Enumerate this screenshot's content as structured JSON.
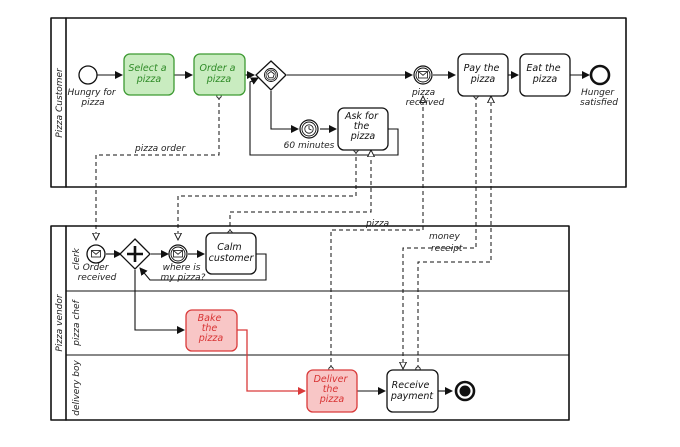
{
  "pools": {
    "customer": {
      "label": "Pizza Customer"
    },
    "vendor": {
      "label": "Pizza vendor",
      "lanes": [
        "clerk",
        "pizza chef",
        "delivery boy"
      ]
    }
  },
  "tasks": {
    "select_pizza": [
      "Select a",
      "pizza"
    ],
    "order_pizza": [
      "Order a",
      "pizza"
    ],
    "ask_pizza": [
      "Ask for",
      "the",
      "pizza"
    ],
    "pay_pizza": [
      "Pay the",
      "pizza"
    ],
    "eat_pizza": [
      "Eat the",
      "pizza"
    ],
    "calm_customer": [
      "Calm",
      "customer"
    ],
    "bake_pizza": [
      "Bake",
      "the",
      "pizza"
    ],
    "deliver_pizza": [
      "Deliver",
      "the",
      "pizza"
    ],
    "receive_payment": [
      "Receive",
      "payment"
    ]
  },
  "events": {
    "hungry": [
      "Hungry for",
      "pizza"
    ],
    "pizza_received": [
      "pizza",
      "received"
    ],
    "hunger_satisfied": [
      "Hunger",
      "satisfied"
    ],
    "sixty_minutes": [
      "60 minutes"
    ],
    "order_received": [
      "Order",
      "received"
    ],
    "where_is_pizza": [
      "where is",
      "my pizza?"
    ]
  },
  "messages": {
    "pizza_order": "pizza order",
    "pizza": "pizza",
    "money": "money",
    "receipt": "receipt"
  },
  "colors": {
    "green_fill": "#c9ecc0",
    "green_stroke": "#3d9a32",
    "green_text": "#2e8a26",
    "red_fill": "#f8c6c6",
    "red_stroke": "#d93a3a",
    "red_text": "#d83333",
    "ink": "#111111"
  }
}
